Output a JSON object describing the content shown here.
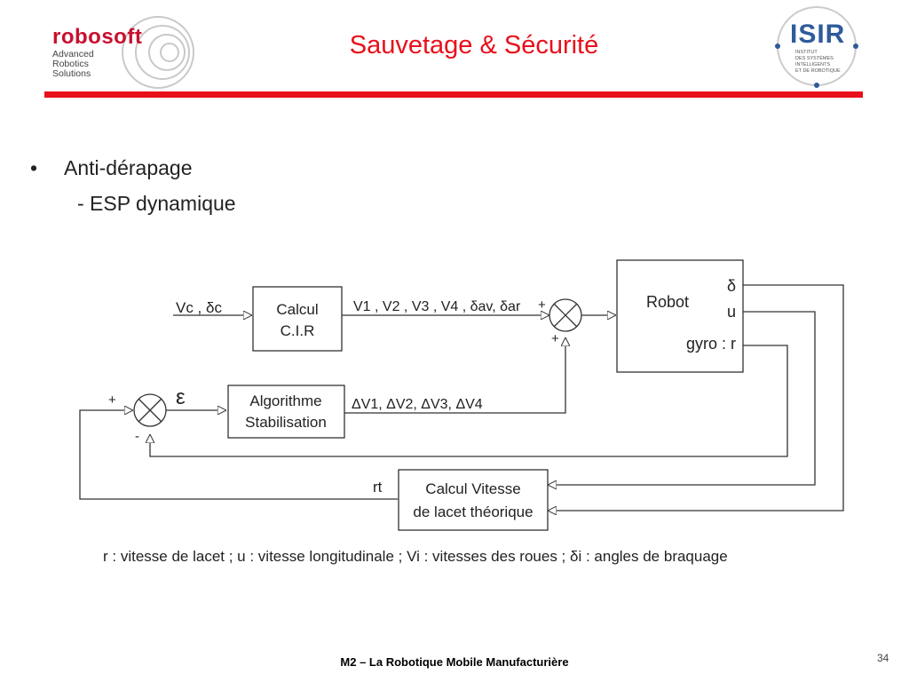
{
  "header": {
    "title": "Sauvetage & Sécurité",
    "logo_left": {
      "brand": "robosoft",
      "line1": "Advanced",
      "line2": "Robotics",
      "line3": "Solutions"
    },
    "logo_right": {
      "name": "ISIR",
      "sub1": "INSTITUT",
      "sub2": "DES SYSTÈMES",
      "sub3": "INTELLIGENTS",
      "sub4": "ET DE ROBOTIQUE"
    },
    "accent_color": "#e8101b"
  },
  "content": {
    "bullet_marker": "•",
    "bullet": "Anti-dérapage",
    "sub_bullet": "- ESP dynamique"
  },
  "diagram": {
    "input_label": "Vc , δc",
    "block_cir_line1": "Calcul",
    "block_cir_line2": "C.I.R",
    "cir_output": "V1 , V2 , V3 , V4 , δav, δar",
    "robot_label": "Robot",
    "robot_out_delta": "δ",
    "robot_out_u": "u",
    "robot_out_gyro": "gyro : r",
    "block_algo_line1": "Algorithme",
    "block_algo_line2": "Stabilisation",
    "algo_output": "ΔV1, ΔV2, ΔV3, ΔV4",
    "epsilon": "ε",
    "block_vitesse_line1": "Calcul Vitesse",
    "block_vitesse_line2": "de lacet théorique",
    "rt_label": "rt",
    "sum1_plus_top": "+",
    "sum1_plus_bottom": "+",
    "sum2_plus": "+",
    "sum2_minus": "-"
  },
  "legend": "r : vitesse de lacet ; u : vitesse longitudinale ; Vi : vitesses des roues ; δi : angles de braquage",
  "footer": {
    "text": "M2 – La Robotique Mobile Manufacturière",
    "page": "34"
  }
}
